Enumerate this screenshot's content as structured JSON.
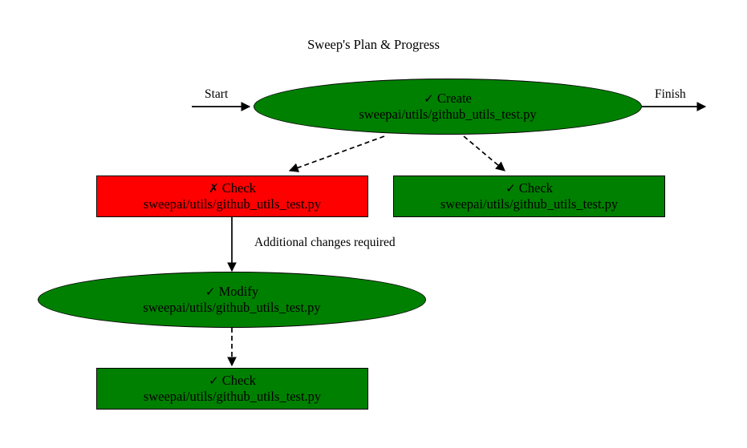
{
  "diagram": {
    "title": "Sweep's Plan & Progress",
    "colors": {
      "success": "#008000",
      "failure": "#FF0000",
      "stroke": "#000000",
      "background": "#FFFFFF"
    },
    "terminals": [
      {
        "id": "start",
        "label": "Start"
      },
      {
        "id": "finish",
        "label": "Finish"
      }
    ],
    "nodes": [
      {
        "id": "create",
        "shape": "ellipse",
        "status": "success",
        "mark": "✓",
        "action": "Create",
        "file": "sweepai/utils/github_utils_test.py"
      },
      {
        "id": "check-failed",
        "shape": "box",
        "status": "failure",
        "mark": "✗",
        "action": "Check",
        "file": "sweepai/utils/github_utils_test.py"
      },
      {
        "id": "check-passed",
        "shape": "box",
        "status": "success",
        "mark": "✓",
        "action": "Check",
        "file": "sweepai/utils/github_utils_test.py"
      },
      {
        "id": "modify",
        "shape": "ellipse",
        "status": "success",
        "mark": "✓",
        "action": "Modify",
        "file": "sweepai/utils/github_utils_test.py"
      },
      {
        "id": "check-final",
        "shape": "box",
        "status": "success",
        "mark": "✓",
        "action": "Check",
        "file": "sweepai/utils/github_utils_test.py"
      }
    ],
    "edges": [
      {
        "id": "start-to-create",
        "from": "start",
        "to": "create",
        "style": "solid",
        "label": ""
      },
      {
        "id": "create-to-finish",
        "from": "create",
        "to": "finish",
        "style": "solid",
        "label": ""
      },
      {
        "id": "create-to-check-failed",
        "from": "create",
        "to": "check-failed",
        "style": "dashed",
        "label": ""
      },
      {
        "id": "create-to-check-passed",
        "from": "create",
        "to": "check-passed",
        "style": "dashed",
        "label": ""
      },
      {
        "id": "check-failed-to-modify",
        "from": "check-failed",
        "to": "modify",
        "style": "solid",
        "label": "Additional changes required"
      },
      {
        "id": "modify-to-check-final",
        "from": "modify",
        "to": "check-final",
        "style": "dashed",
        "label": ""
      }
    ]
  }
}
